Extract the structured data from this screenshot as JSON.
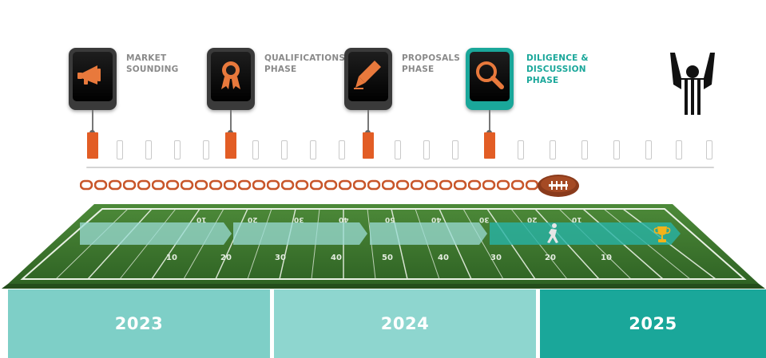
{
  "phases": [
    {
      "label": "MARKET\nSOUNDING",
      "icon": "megaphone-icon",
      "active": false
    },
    {
      "label": "QUALIFICATIONS\nPHASE",
      "icon": "ribbon-award-icon",
      "active": false
    },
    {
      "label": "PROPOSALS\nPHASE",
      "icon": "fountain-pen-icon",
      "active": false
    },
    {
      "label": "DILIGENCE &\nDISCUSSION\nPHASE",
      "icon": "magnifier-icon",
      "active": true
    }
  ],
  "referee_icon": "referee-touchdown-icon",
  "chain_icon": "chain-icon",
  "football_icon": "football-icon",
  "field": {
    "far_numbers": [
      "10",
      "20",
      "30",
      "40",
      "50",
      "40",
      "30",
      "20",
      "10"
    ],
    "near_numbers": [
      "10",
      "20",
      "30",
      "40",
      "50",
      "40",
      "30",
      "20",
      "10"
    ],
    "runner_icon": "runner-icon",
    "trophy_icon": "trophy-icon"
  },
  "years": [
    {
      "label": "2023",
      "color": "#7ecfc7"
    },
    {
      "label": "2024",
      "color": "#8ed6cf"
    },
    {
      "label": "2025",
      "color": "#1aa79a"
    }
  ],
  "colors": {
    "accent": "#1aa79a",
    "marker": "#e25d25",
    "chain": "#c8562a",
    "turf": "#3f7a2f"
  }
}
